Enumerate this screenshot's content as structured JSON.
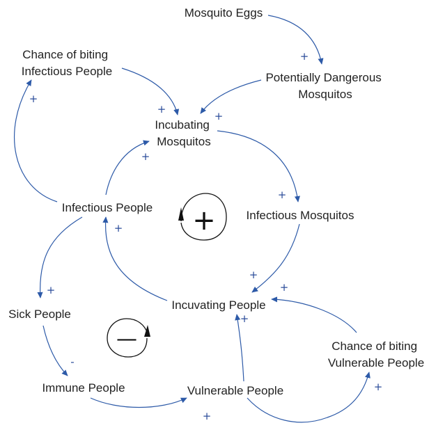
{
  "colors": {
    "arrow": "#2d5aa8",
    "text": "#222222",
    "polarity": "#2b4c9a",
    "loop_marker": "#111111"
  },
  "nodes": {
    "mosquito_eggs": {
      "lines": [
        "Mosquito Eggs"
      ]
    },
    "potentially_dangerous": {
      "lines": [
        "Potentially Dangerous",
        "Mosquitos"
      ]
    },
    "chance_infectious": {
      "lines": [
        "Chance of biting",
        "Infectious People"
      ]
    },
    "incubating_mosquitos": {
      "lines": [
        "Incubating",
        "Mosquitos"
      ]
    },
    "infectious_mosquitos": {
      "lines": [
        "Infectious Mosquitos"
      ]
    },
    "infectious_people": {
      "lines": [
        "Infectious People"
      ]
    },
    "incuvating_people": {
      "lines": [
        "Incuvating People"
      ]
    },
    "sick_people": {
      "lines": [
        "Sick People"
      ]
    },
    "immune_people": {
      "lines": [
        "Immune People"
      ]
    },
    "vulnerable_people": {
      "lines": [
        "Vulnerable People"
      ]
    },
    "chance_vulnerable": {
      "lines": [
        "Chance of biting",
        "Vulnerable People"
      ]
    }
  },
  "links": [
    {
      "from": "mosquito_eggs",
      "to": "potentially_dangerous",
      "polarity": "+"
    },
    {
      "from": "chance_infectious",
      "to": "incubating_mosquitos",
      "polarity": "+"
    },
    {
      "from": "potentially_dangerous",
      "to": "incubating_mosquitos",
      "polarity": "+"
    },
    {
      "from": "incubating_mosquitos",
      "to": "infectious_mosquitos",
      "polarity": "+"
    },
    {
      "from": "infectious_people",
      "to": "chance_infectious",
      "polarity": "+"
    },
    {
      "from": "infectious_people",
      "to": "incubating_mosquitos",
      "polarity": "+"
    },
    {
      "from": "infectious_mosquitos",
      "to": "incuvating_people",
      "polarity": "+"
    },
    {
      "from": "incuvating_people",
      "to": "infectious_people",
      "polarity": "+"
    },
    {
      "from": "chance_vulnerable",
      "to": "incuvating_people",
      "polarity": "+"
    },
    {
      "from": "vulnerable_people",
      "to": "incuvating_people",
      "polarity": "+"
    },
    {
      "from": "infectious_people",
      "to": "sick_people",
      "polarity": "+"
    },
    {
      "from": "sick_people",
      "to": "immune_people",
      "polarity": "-"
    },
    {
      "from": "immune_people",
      "to": "vulnerable_people",
      "polarity": "+"
    },
    {
      "from": "vulnerable_people",
      "to": "chance_vulnerable",
      "polarity": "+"
    }
  ],
  "loops": {
    "reinforcing": "+",
    "balancing": "—"
  }
}
